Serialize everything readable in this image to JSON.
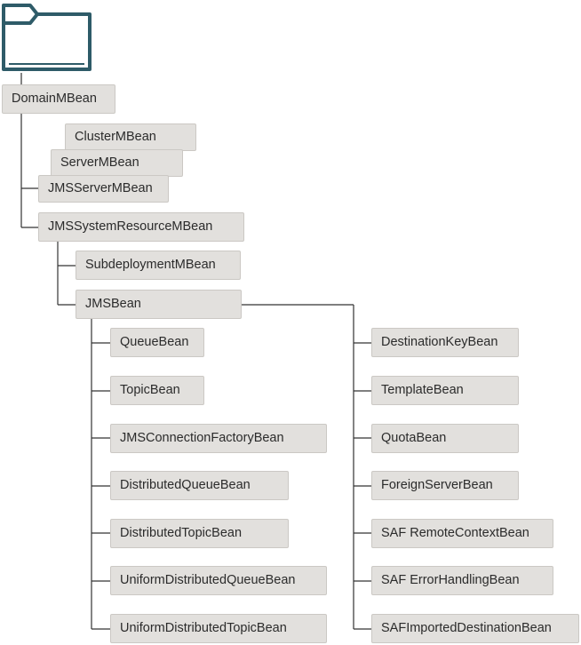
{
  "icon": "folder-icon",
  "colors": {
    "folder": "#2e5b68",
    "line": "#333333",
    "node_fill": "#e2e0dd",
    "node_border": "#cbc8c4"
  },
  "nodes": {
    "domain": "DomainMBean",
    "cluster": "ClusterMBean",
    "server": "ServerMBean",
    "jmsserver": "JMSServerMBean",
    "jmssystemresource": "JMSSystemResourceMBean",
    "subdeployment": "SubdeploymentMBean",
    "jmsbean": "JMSBean",
    "left_children": [
      "QueueBean",
      "TopicBean",
      "JMSConnectionFactoryBean",
      "DistributedQueueBean",
      "DistributedTopicBean",
      "UniformDistributedQueueBean",
      "UniformDistributedTopicBean"
    ],
    "right_children": [
      "DestinationKeyBean",
      "TemplateBean",
      "QuotaBean",
      "ForeignServerBean",
      "SAF RemoteContextBean",
      "SAF ErrorHandlingBean",
      "SAFImportedDestinationBean"
    ]
  }
}
